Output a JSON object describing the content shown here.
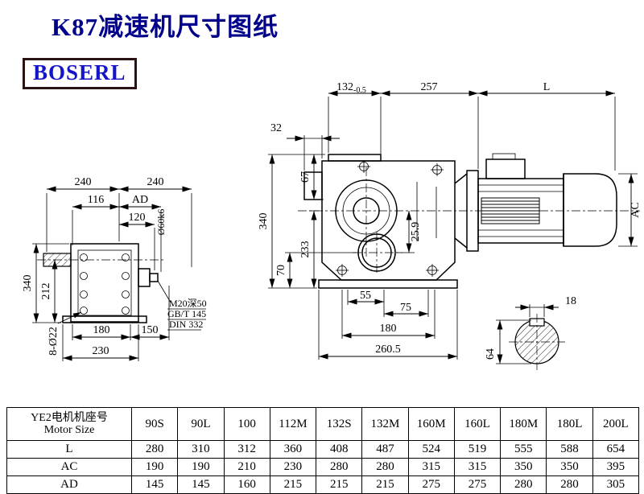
{
  "page": {
    "title": "K87减速机尺寸图纸",
    "brand": "BOSERL"
  },
  "dims": {
    "front": {
      "w132": "132",
      "w132_tol": "-0.5",
      "w257": "257",
      "wL": "L",
      "w32": "32",
      "h67": "67",
      "h233": "233",
      "h340": "340",
      "h70": "70",
      "h259": "25.9",
      "w55": "55",
      "w75": "75",
      "w180": "180",
      "w2605": "260.5",
      "hAC": "AC"
    },
    "side": {
      "w240a": "240",
      "w240b": "240",
      "w116": "116",
      "wAD": "AD",
      "w120": "120",
      "shaft_dia": "Ø60k6",
      "h340": "340",
      "h212": "212",
      "holes": "8-Ø22",
      "w180": "180",
      "w150": "150",
      "w230": "230",
      "note1": "M20深50",
      "note2": "GB/T 145",
      "note3": "DIN 332"
    },
    "shaft_section": {
      "key_w": "18",
      "dia": "64"
    }
  },
  "table": {
    "row_header_cn": "YE2电机机座号",
    "row_header_en": "Motor Size",
    "columns": [
      "90S",
      "90L",
      "100",
      "112M",
      "132S",
      "132M",
      "160M",
      "160L",
      "180M",
      "180L",
      "200L"
    ],
    "rows": [
      {
        "label": "L",
        "values": [
          "280",
          "310",
          "312",
          "360",
          "408",
          "487",
          "524",
          "519",
          "555",
          "588",
          "654"
        ]
      },
      {
        "label": "AC",
        "values": [
          "190",
          "190",
          "210",
          "230",
          "280",
          "280",
          "315",
          "315",
          "350",
          "350",
          "395"
        ]
      },
      {
        "label": "AD",
        "values": [
          "145",
          "145",
          "160",
          "215",
          "215",
          "215",
          "275",
          "275",
          "280",
          "280",
          "305"
        ]
      }
    ]
  }
}
